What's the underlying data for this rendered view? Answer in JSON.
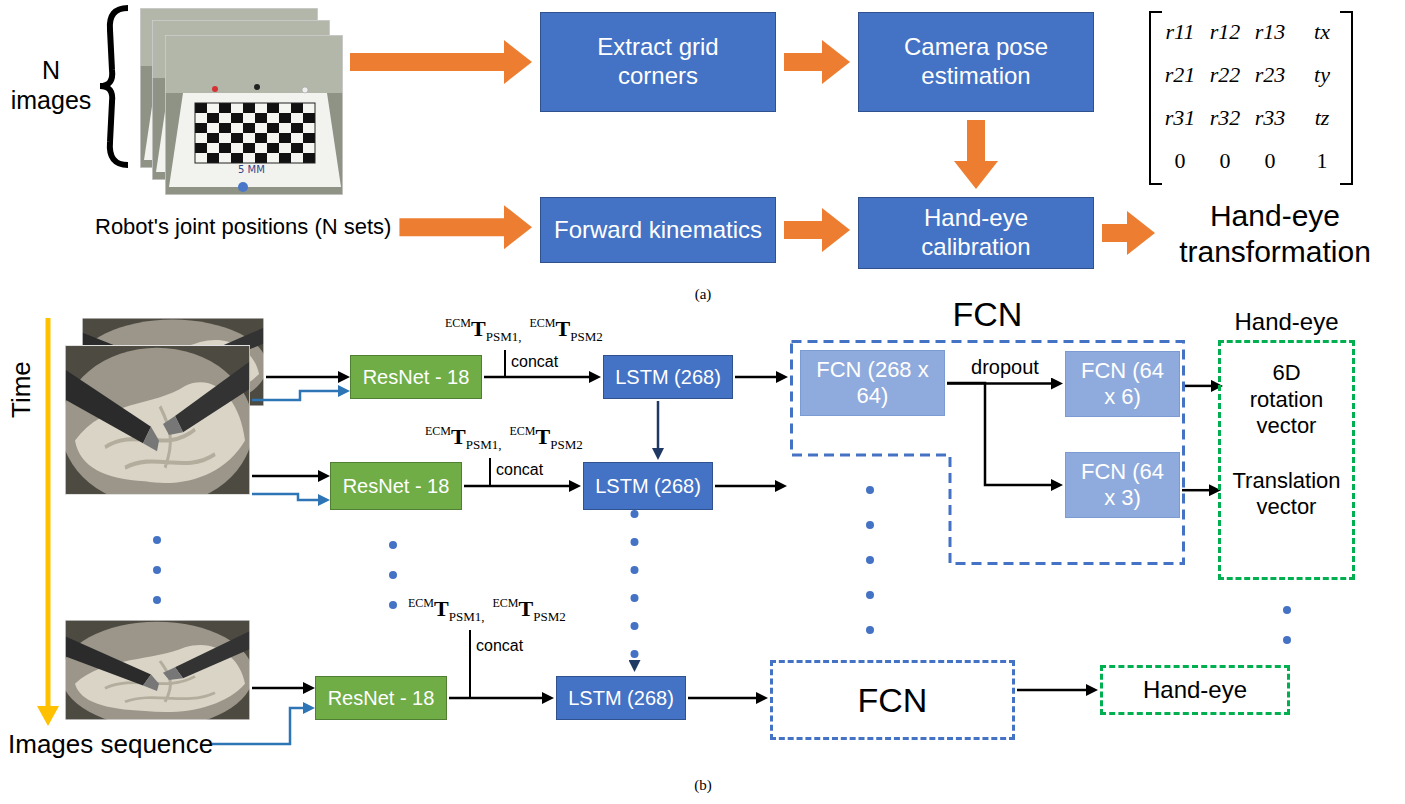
{
  "diagram": {
    "nodes": [
      {
        "text": [
          "Extract grid corners"
        ]
      },
      {
        "text": [
          "Camera pose estimation"
        ]
      },
      {
        "text": [
          "Robot's joint positions (N sets)"
        ]
      },
      {
        "text": [
          "Forward kinematics"
        ]
      },
      {
        "text": [
          "Hand-eye calibration"
        ]
      },
      {
        "text": [
          "Hand-eye transformation"
        ]
      },
      {
        "text": [
          "ResNet - 18"
        ]
      },
      {
        "text": [
          "LSTM (268)"
        ]
      },
      {
        "text": [
          "FCN"
        ]
      },
      {
        "text": [
          "FCN (268 x 64)"
        ],
        "in": 8
      },
      {
        "text": [
          "FCN (64 x 6)"
        ],
        "in": 8
      },
      {
        "text": [
          "FCN (64 x 3)"
        ],
        "in": 8
      },
      {
        "text": [
          "Hand-eye"
        ]
      },
      {
        "text": [
          "6D rotation vector"
        ],
        "in": 12
      },
      {
        "text": [
          "Translation vector"
        ],
        "in": 12
      },
      {
        "text": [
          "ResNet - 18"
        ]
      },
      {
        "text": [
          "LSTM (268)"
        ]
      },
      {
        "text": [
          "ResNet - 18"
        ]
      },
      {
        "text": [
          "LSTM (268)"
        ]
      },
      {
        "text": [
          "FCN"
        ]
      },
      {
        "text": [
          "Hand-eye"
        ]
      }
    ],
    "edges": [
      {
        "from": 0,
        "to": 1,
        "arrow": "to"
      },
      {
        "from": 1,
        "to": 4,
        "arrow": "to"
      },
      {
        "from": 2,
        "to": 3,
        "arrow": "to"
      },
      {
        "from": 3,
        "to": 4,
        "arrow": "to"
      },
      {
        "from": 4,
        "to": 5,
        "arrow": "to"
      },
      {
        "from": 6,
        "to": 7,
        "arrow": "to"
      },
      {
        "from": 7,
        "to": 8,
        "arrow": "to"
      },
      {
        "from": 7,
        "to": 16,
        "arrow": "to"
      },
      {
        "from": 9,
        "to": 10,
        "label": "dropout",
        "arrow": "to"
      },
      {
        "from": 9,
        "to": 11,
        "arrow": "to"
      },
      {
        "from": 10,
        "to": 13,
        "arrow": "to"
      },
      {
        "from": 11,
        "to": 14,
        "arrow": "to"
      },
      {
        "from": 15,
        "to": 16,
        "arrow": "to"
      },
      {
        "from": 16,
        "to": 18,
        "arrow": "to"
      },
      {
        "from": 17,
        "to": 18,
        "arrow": "to"
      },
      {
        "from": 18,
        "to": 19,
        "arrow": "to"
      },
      {
        "from": 19,
        "to": 20,
        "arrow": "to"
      }
    ],
    "labels": [
      "N images",
      "5 MM",
      "r11",
      "r12",
      "r13",
      "tx",
      "r21",
      "r22",
      "r23",
      "ty",
      "r31",
      "r32",
      "r33",
      "tz",
      "0",
      "0",
      "0",
      "1",
      "(a)",
      "Time",
      "Images sequence",
      "ECM",
      "T",
      "PSM1,",
      "ECM",
      "T",
      "PSM2",
      "concat",
      "ECM",
      "T",
      "PSM1,",
      "ECM",
      "T",
      "PSM2",
      "concat",
      "ECM",
      "T",
      "PSM1,",
      "ECM",
      "T",
      "PSM2",
      "concat",
      "(b)"
    ]
  }
}
